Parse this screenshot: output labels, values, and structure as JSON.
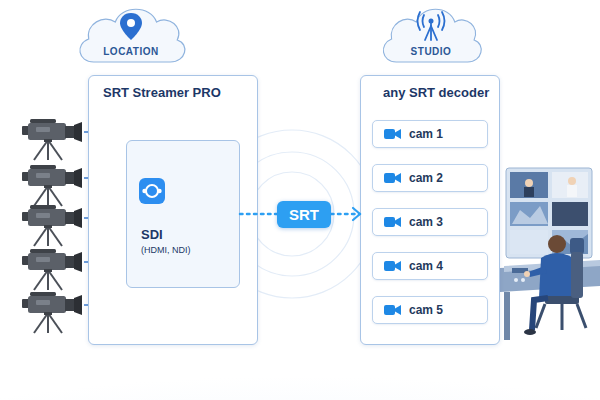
{
  "diagram": {
    "nodes": [
      {
        "text": [
          "LOCATION"
        ]
      },
      {
        "text": [
          "STUDIO"
        ]
      },
      {
        "text": [
          "SRT Streamer PRO"
        ]
      },
      {
        "text": [
          "SDI",
          "(HDMI, NDI)"
        ],
        "in": 2
      },
      {
        "text": [
          "any SRT decoder"
        ]
      },
      {
        "text": [
          "cam 1"
        ],
        "in": 4
      },
      {
        "text": [
          "cam 2"
        ],
        "in": 4
      },
      {
        "text": [
          "cam 3"
        ],
        "in": 4
      },
      {
        "text": [
          "cam 4"
        ],
        "in": 4
      },
      {
        "text": [
          "cam 5"
        ],
        "in": 4
      }
    ],
    "edges": [
      {
        "from": 3,
        "to": 4,
        "arrow": "to",
        "label": "SRT"
      }
    ]
  }
}
